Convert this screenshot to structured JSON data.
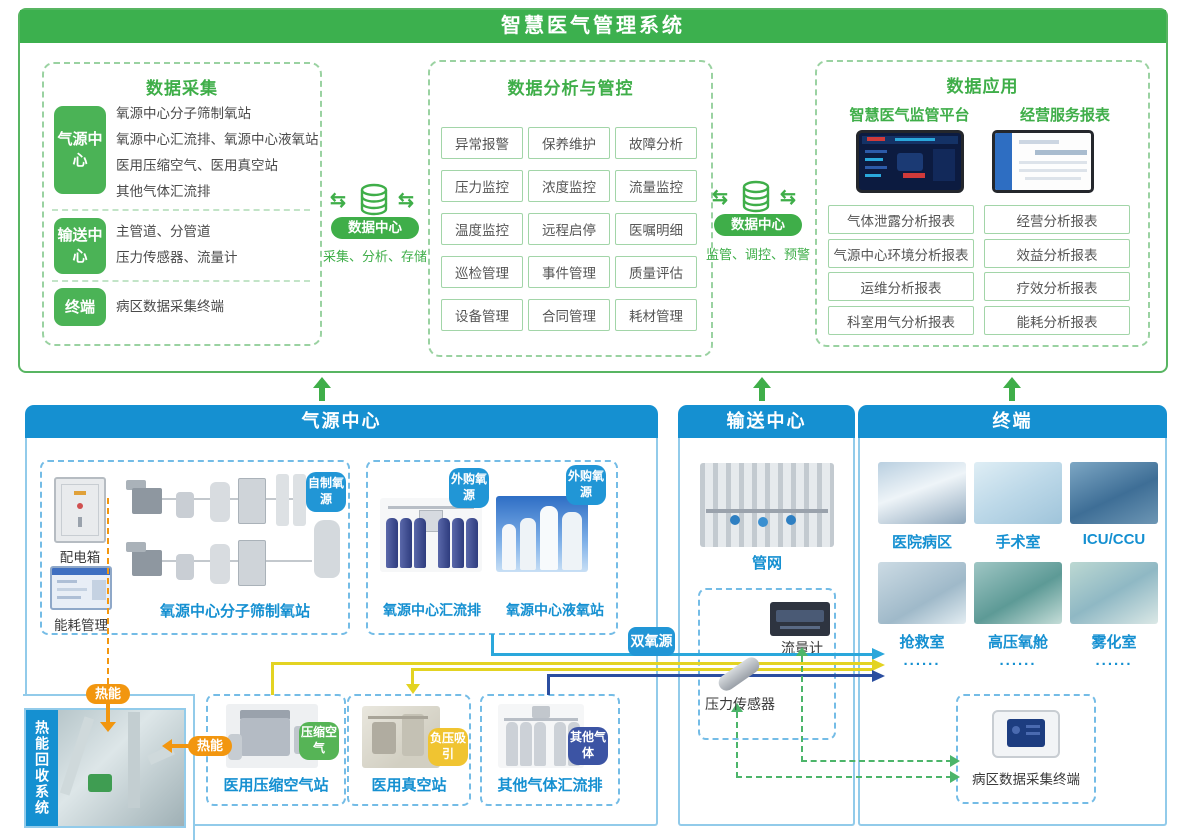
{
  "banner": {
    "title": "智慧医气管理系统"
  },
  "icons": {
    "sync_arrows": "⇆"
  },
  "collection": {
    "title": "数据采集",
    "groups": [
      {
        "label": "气源中心",
        "lines": [
          "氧源中心分子筛制氧站",
          "氧源中心汇流排、氧源中心液氧站",
          "医用压缩空气、医用真空站",
          "其他气体汇流排"
        ]
      },
      {
        "label": "输送中心",
        "lines": [
          "主管道、分管道",
          "压力传感器、流量计"
        ]
      },
      {
        "label": "终端",
        "lines": [
          "病区数据采集终端"
        ]
      }
    ]
  },
  "datacenter1": {
    "label": "数据中心",
    "caption": "采集、分析、存储"
  },
  "datacenter2": {
    "label": "数据中心",
    "caption": "监管、调控、预警"
  },
  "analysis": {
    "title": "数据分析与管控",
    "items": [
      "异常报警",
      "保养维护",
      "故障分析",
      "压力监控",
      "浓度监控",
      "流量监控",
      "温度监控",
      "远程启停",
      "医嘱明细",
      "巡检管理",
      "事件管理",
      "质量评估",
      "设备管理",
      "合同管理",
      "耗材管理"
    ]
  },
  "application": {
    "title": "数据应用",
    "platform_left": "智慧医气监管平台",
    "platform_right": "经营服务报表",
    "reports_left": [
      "气体泄露分析报表",
      "气源中心环境分析报表",
      "运维分析报表",
      "科室用气分析报表"
    ],
    "reports_right": [
      "经营分析报表",
      "效益分析报表",
      "疗效分析报表",
      "能耗分析报表"
    ]
  },
  "gas_center": {
    "title": "气源中心",
    "badge_self": "自制氧源",
    "badge_purchased": "外购氧源",
    "dist_box": "配电箱",
    "energy_mgmt": "能耗管理",
    "oxygen_station": "氧源中心分子筛制氧站",
    "manifold": "氧源中心汇流排",
    "lox_station": "氧源中心液氧站",
    "air_station": "医用压缩空气站",
    "badge_air": "压缩空气",
    "vacuum_station": "医用真空站",
    "badge_vacuum": "负压吸引",
    "other_manifold": "其他气体汇流排",
    "badge_other": "其他气体",
    "heat_badge": "热能",
    "heat_recovery": "热能回收系统"
  },
  "transport": {
    "title": "输送中心",
    "pipe_network": "管网",
    "flow_meter": "流量计",
    "pressure_sensor": "压力传感器",
    "badge_dual": "双氧源"
  },
  "terminal": {
    "title": "终端",
    "rooms": [
      "医院病区",
      "手术室",
      "ICU/CCU",
      "抢救室",
      "高压氧舱",
      "雾化室"
    ],
    "dots": "......",
    "collector": "病区数据采集终端"
  },
  "colors": {
    "green": "#3fae49",
    "blue": "#1590d1",
    "badge_blue": "#2196d6",
    "orange": "#f2960f",
    "yellow": "#e3d322",
    "cyan": "#2aa7db",
    "navy": "#2b4ea0",
    "dash_green": "#4cb56a"
  }
}
